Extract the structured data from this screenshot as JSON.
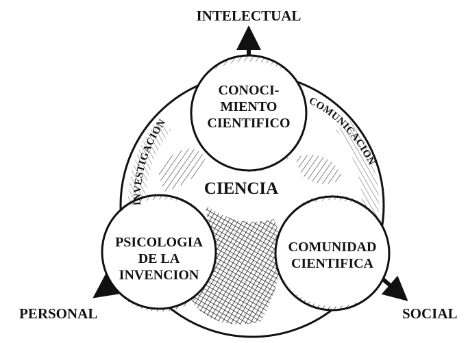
{
  "axes": {
    "top": "INTELECTUAL",
    "left": "PERSONAL",
    "right": "SOCIAL"
  },
  "core": "CIENCIA",
  "nodes": {
    "top": [
      "CONOCI-",
      "MIENTO",
      "CIENTIFICO"
    ],
    "left": [
      "PSICOLOGIA",
      "DE LA",
      "INVENCION"
    ],
    "right": [
      "COMUNIDAD",
      "CIENTIFICA"
    ]
  },
  "arcs": {
    "left": "INVESTIGACION",
    "right": "COMUNICACION"
  },
  "colors": {
    "ink": "#111111",
    "paper": "#ffffff"
  }
}
